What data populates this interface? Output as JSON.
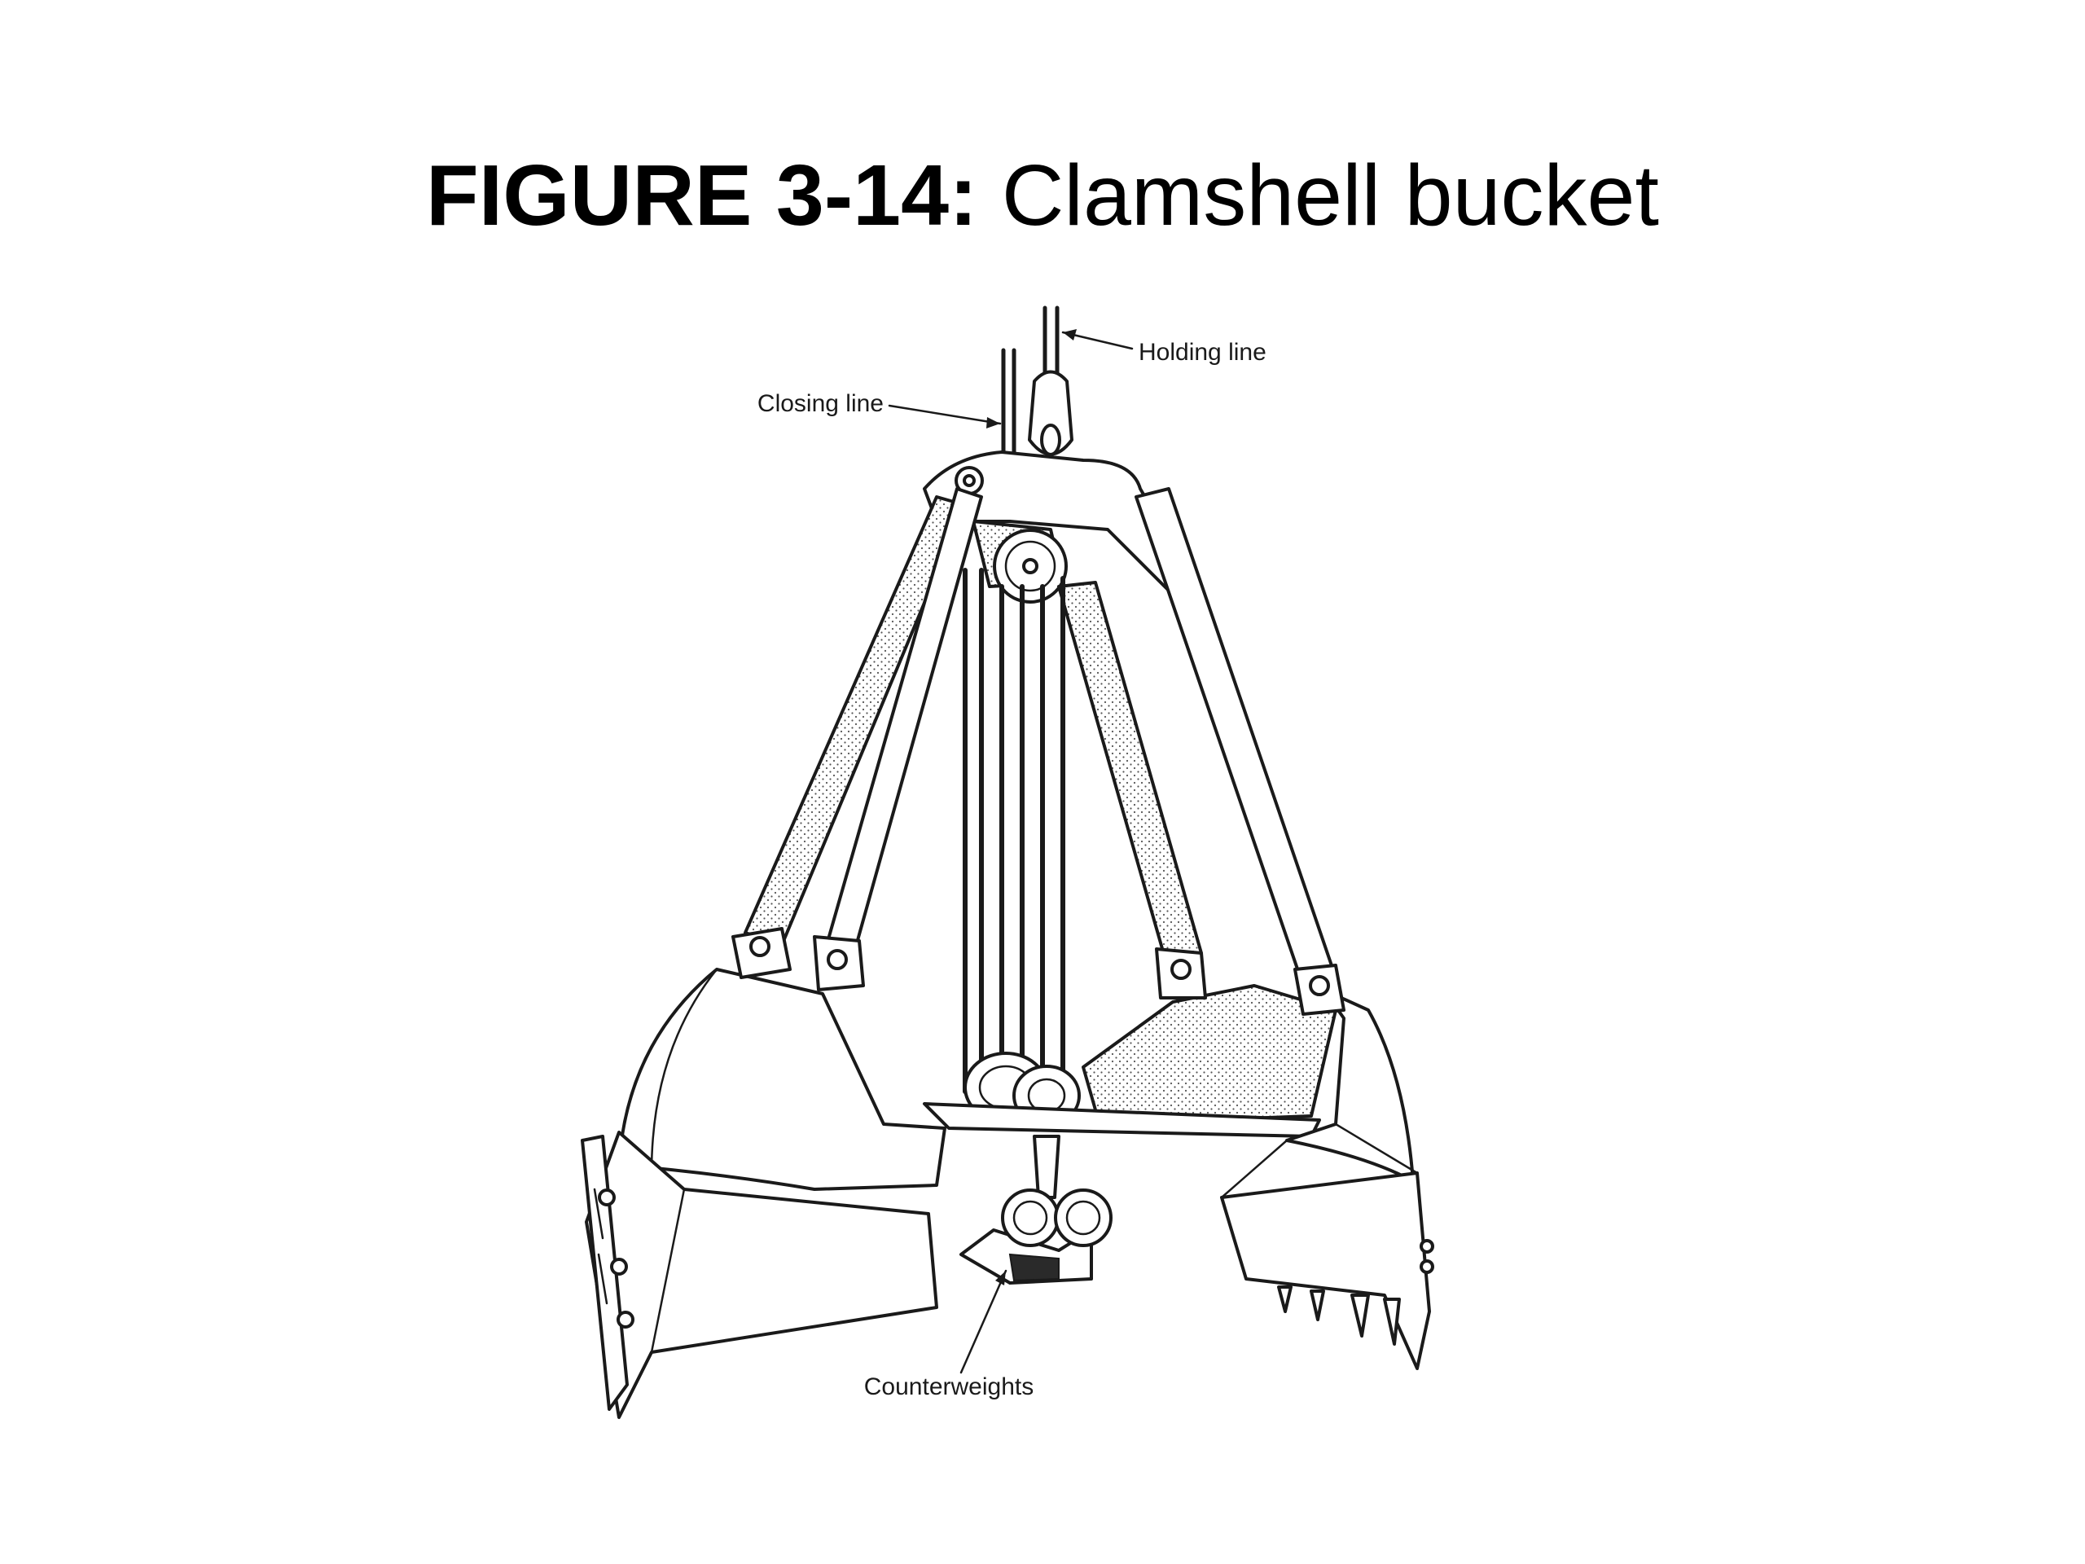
{
  "title": {
    "figure_label": "FIGURE 3-14:",
    "caption": "Clamshell bucket"
  },
  "labels": {
    "holding_line": "Holding line",
    "closing_line": "Closing line",
    "counterweights": "Counterweights"
  },
  "colors": {
    "ink": "#1a1a1a",
    "background": "#ffffff"
  }
}
